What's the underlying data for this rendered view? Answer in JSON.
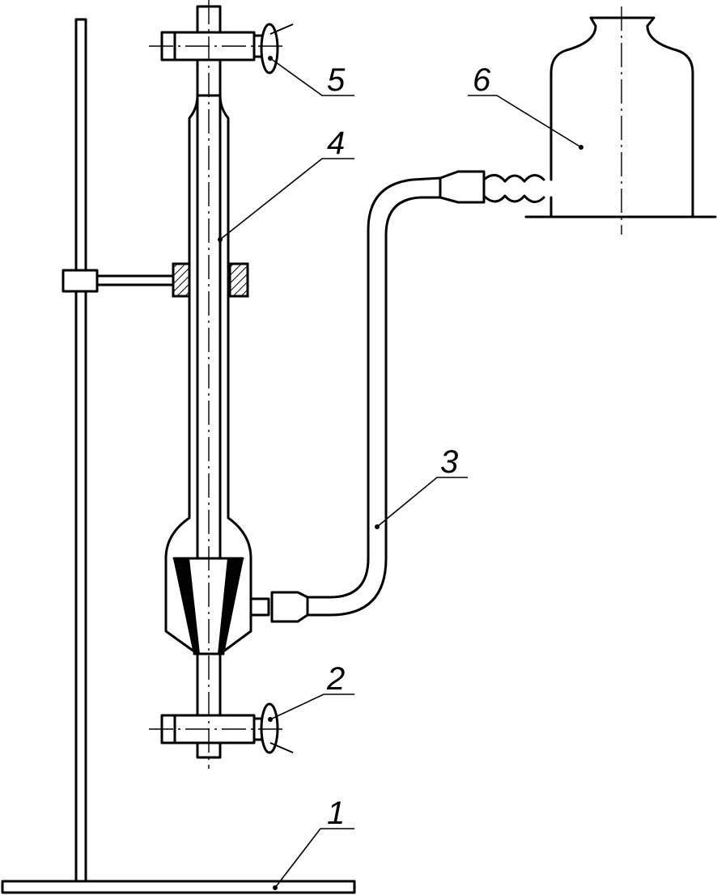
{
  "diagram": {
    "labels": [
      {
        "id": "1",
        "text": "1"
      },
      {
        "id": "2",
        "text": "2"
      },
      {
        "id": "3",
        "text": "3"
      },
      {
        "id": "4",
        "text": "4"
      },
      {
        "id": "5",
        "text": "5"
      },
      {
        "id": "6",
        "text": "6"
      }
    ],
    "colors": {
      "line": "#000000",
      "background": "#ffffff"
    }
  }
}
